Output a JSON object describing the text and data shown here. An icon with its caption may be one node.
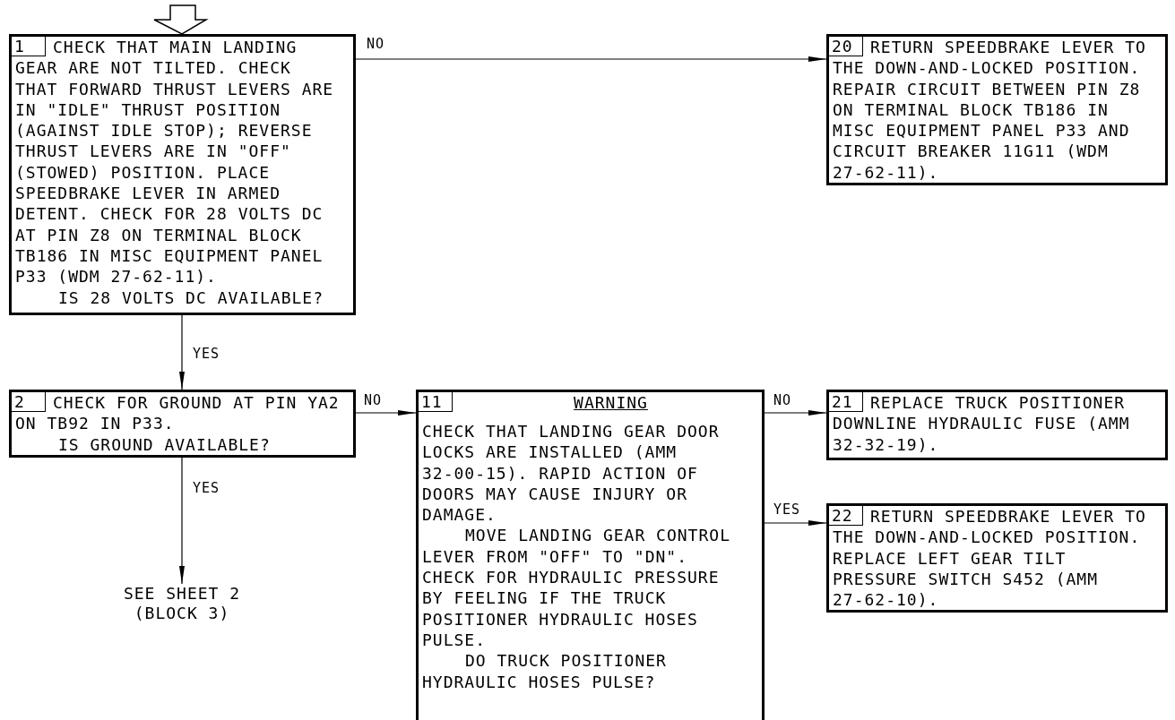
{
  "diagram": {
    "nodes": [
      {
        "text": [
          "1",
          "CHECK THAT MAIN LANDING GEAR ARE NOT TILTED. CHECK THAT FORWARD THRUST LEVERS ARE IN \"IDLE\" THRUST POSITION (AGAINST IDLE STOP); REVERSE THRUST LEVERS ARE IN \"OFF\" (STOWED) POSITION. PLACE SPEEDBRAKE LEVER IN ARMED DETENT. CHECK FOR 28 VOLTS DC AT PIN Z8 ON TERMINAL BLOCK TB186 IN MISC EQUIPMENT PANEL P33 (WDM 27-62-11).",
          "IS 28 VOLTS DC AVAILABLE?"
        ]
      },
      {
        "text": [
          "20",
          "RETURN SPEEDBRAKE LEVER TO THE DOWN-AND-LOCKED POSITION. REPAIR CIRCUIT BETWEEN PIN Z8 ON TERMINAL BLOCK TB186 IN MISC EQUIPMENT PANEL P33 AND CIRCUIT BREAKER 11G11 (WDM 27-62-11)."
        ]
      },
      {
        "text": [
          "2",
          "CHECK FOR GROUND AT PIN YA2 ON TB92 IN P33.",
          "IS GROUND AVAILABLE?"
        ]
      },
      {
        "text": [
          "11",
          "WARNING",
          "CHECK THAT LANDING GEAR DOOR LOCKS ARE INSTALLED (AMM 32-00-15). RAPID ACTION OF DOORS MAY CAUSE INJURY OR DAMAGE.",
          "MOVE LANDING GEAR CONTROL LEVER FROM \"OFF\" TO \"DN\". CHECK FOR HYDRAULIC PRESSURE BY FEELING IF THE TRUCK POSITIONER HYDRAULIC HOSES PULSE.",
          "DO TRUCK POSITIONER HYDRAULIC HOSES PULSE?"
        ]
      },
      {
        "text": [
          "21",
          "REPLACE TRUCK POSITIONER DOWNLINE HYDRAULIC FUSE (AMM 32-32-19)."
        ]
      },
      {
        "text": [
          "22",
          "RETURN SPEEDBRAKE LEVER TO THE DOWN-AND-LOCKED POSITION. REPLACE LEFT GEAR TILT PRESSURE SWITCH S452 (AMM 27-62-10)."
        ]
      },
      {
        "text": [
          "SEE SHEET 2 (BLOCK 3)"
        ]
      }
    ],
    "edges": [
      {
        "from": null,
        "to": 0,
        "arrow": "to",
        "style": "thick"
      },
      {
        "from": 0,
        "to": 1,
        "arrow": "to",
        "label": "NO"
      },
      {
        "from": 0,
        "to": 2,
        "arrow": "to",
        "label": "YES"
      },
      {
        "from": 2,
        "to": 3,
        "arrow": "to",
        "label": "NO"
      },
      {
        "from": 2,
        "to": 6,
        "arrow": "to",
        "label": "YES"
      },
      {
        "from": 3,
        "to": 4,
        "arrow": "to",
        "label": "NO"
      },
      {
        "from": 3,
        "to": 5,
        "arrow": "to",
        "label": "YES"
      }
    ]
  }
}
